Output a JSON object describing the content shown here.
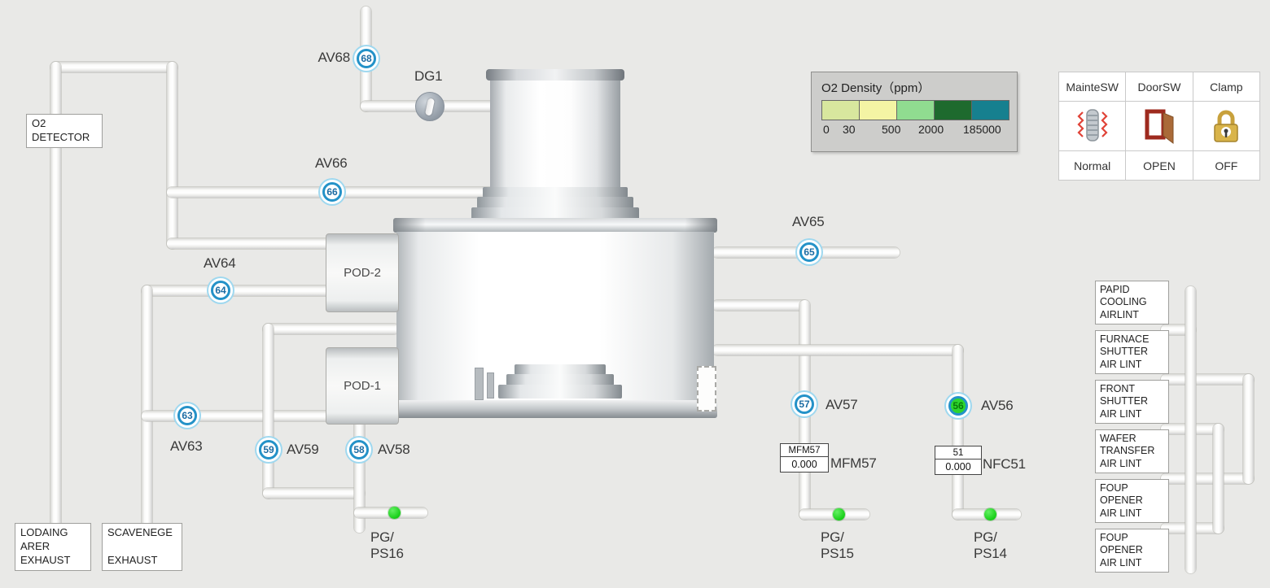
{
  "colors": {
    "background": "#e9e9e7",
    "valve_ring_blue": "#2492c8",
    "valve_number_blue": "#1c6ca3",
    "valve_open_green": "#2ed52e",
    "sensor_dot_green": "#17cf17"
  },
  "valves": {
    "av68": {
      "label": "AV68",
      "num": "68",
      "state": "closed"
    },
    "av66": {
      "label": "AV66",
      "num": "66",
      "state": "closed"
    },
    "av65": {
      "label": "AV65",
      "num": "65",
      "state": "closed"
    },
    "av64": {
      "label": "AV64",
      "num": "64",
      "state": "closed"
    },
    "av63": {
      "label": "AV63",
      "num": "63",
      "state": "closed"
    },
    "av59": {
      "label": "AV59",
      "num": "59",
      "state": "closed"
    },
    "av58": {
      "label": "AV58",
      "num": "58",
      "state": "closed"
    },
    "av57": {
      "label": "AV57",
      "num": "57",
      "state": "closed"
    },
    "av56": {
      "label": "AV56",
      "num": "56",
      "state": "open"
    },
    "dg1": {
      "label": "DG1"
    }
  },
  "pods": {
    "pod2": "POD-2",
    "pod1": "POD-1"
  },
  "meters": {
    "mfm57": {
      "box_label": "MFM57",
      "value": "0.000",
      "tag": "MFM57"
    },
    "nfc51": {
      "box_label": "51",
      "value": "0.000",
      "tag": "NFC51"
    }
  },
  "pressure_gauges": {
    "ps16": {
      "label": "PG/\nPS16"
    },
    "ps15": {
      "label": "PG/\nPS15"
    },
    "ps14": {
      "label": "PG/\nPS14"
    }
  },
  "side_boxes": {
    "o2_detector": "O2\nDETECTOR",
    "loading_area_exhaust": "LODAING\nARER\nEXHAUST",
    "scavenge_exhaust": "SCAVENEGE\n\nEXHAUST"
  },
  "right_boxes": [
    "PAPID\nCOOLING\nAIRLINT",
    "FURNACE\nSHUTTER\nAIR LINT",
    "FRONT\nSHUTTER\nAIR LINT",
    "WAFER\nTRANSFER\nAIR LINT",
    "FOUP\nOPENER\nAIR LINT",
    "FOUP\nOPENER\nAIR LINT"
  ],
  "legend": {
    "title": "O2 Density（ppm）",
    "colors": [
      "#d8e79e",
      "#f4f4a4",
      "#90dc90",
      "#1e6a2e",
      "#16808f"
    ],
    "ticks": [
      "0",
      "30",
      "500",
      "2000",
      "185000"
    ]
  },
  "status_panel": {
    "columns": [
      {
        "header": "MainteSW",
        "icon": "maintenance-heater-icon",
        "value": "Normal"
      },
      {
        "header": "DoorSW",
        "icon": "door-open-icon",
        "value": "OPEN"
      },
      {
        "header": "Clamp",
        "icon": "padlock-icon",
        "value": "OFF"
      }
    ]
  }
}
